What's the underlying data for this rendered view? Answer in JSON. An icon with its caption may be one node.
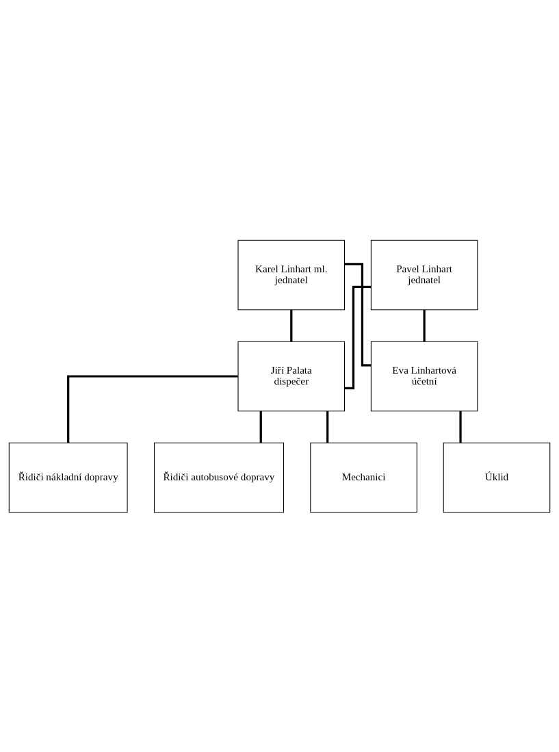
{
  "diagram": {
    "nodes": [
      {
        "text": [
          "Karel Linhart ml.",
          "jednatel"
        ]
      },
      {
        "text": [
          "Pavel Linhart",
          "jednatel"
        ]
      },
      {
        "text": [
          "Jiří Palata",
          "dispečer"
        ]
      },
      {
        "text": [
          "Eva Linhartová",
          "účetní"
        ]
      },
      {
        "text": [
          "Řidiči nákladní dopravy"
        ]
      },
      {
        "text": [
          "Řidiči autobusové dopravy"
        ]
      },
      {
        "text": [
          "Mechanici"
        ]
      },
      {
        "text": [
          "Úklid"
        ]
      }
    ],
    "edges": [
      {
        "from": 0,
        "to": 2,
        "arrow": "none"
      },
      {
        "from": 0,
        "to": 3,
        "arrow": "none"
      },
      {
        "from": 1,
        "to": 2,
        "arrow": "none"
      },
      {
        "from": 1,
        "to": 3,
        "arrow": "none"
      },
      {
        "from": 2,
        "to": 4,
        "arrow": "none"
      },
      {
        "from": 2,
        "to": 5,
        "arrow": "none"
      },
      {
        "from": 2,
        "to": 6,
        "arrow": "none"
      },
      {
        "from": 3,
        "to": 7,
        "arrow": "none"
      }
    ]
  }
}
